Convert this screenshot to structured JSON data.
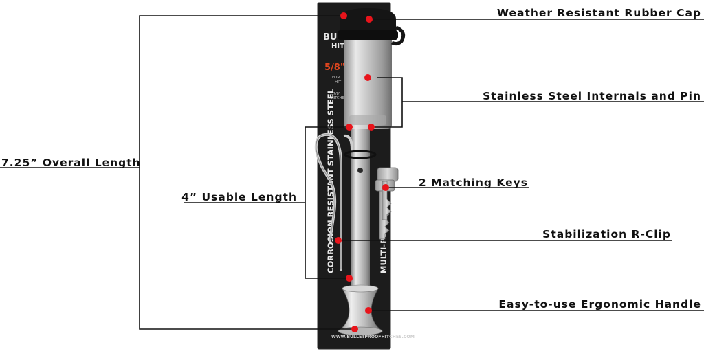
{
  "package": {
    "brand_fragment": "BU",
    "brand_fragment_2": "HIT",
    "size_fragment": "5/8\"",
    "for_fragment": "FOR",
    "for_fragment_2": "HIT",
    "spec_fragment": "2 7/8\"",
    "spec_fragment_2": "HITCHE",
    "left_vertical_text": "CORROSION RESISTANT STAINLESS STEEL",
    "right_vertical_text": "MULTI-PURPOSE",
    "website": "WWW.BULLETPROOFHITCHES.COM"
  },
  "callouts": {
    "cap": "Weather Resistant Rubber Cap",
    "internals": "Stainless Steel Internals and Pin",
    "overall_length": "7.25” Overall Length",
    "usable_length": "4” Usable Length",
    "keys": "2 Matching Keys",
    "rclip": "Stabilization R-Clip",
    "handle": "Easy-to-use Ergonomic Handle"
  },
  "colors": {
    "marker": "#e8141b",
    "package_board": "#1c1c1c",
    "steel": "#c4c4c4",
    "cap": "#151515",
    "key": "#b9b9b9"
  }
}
